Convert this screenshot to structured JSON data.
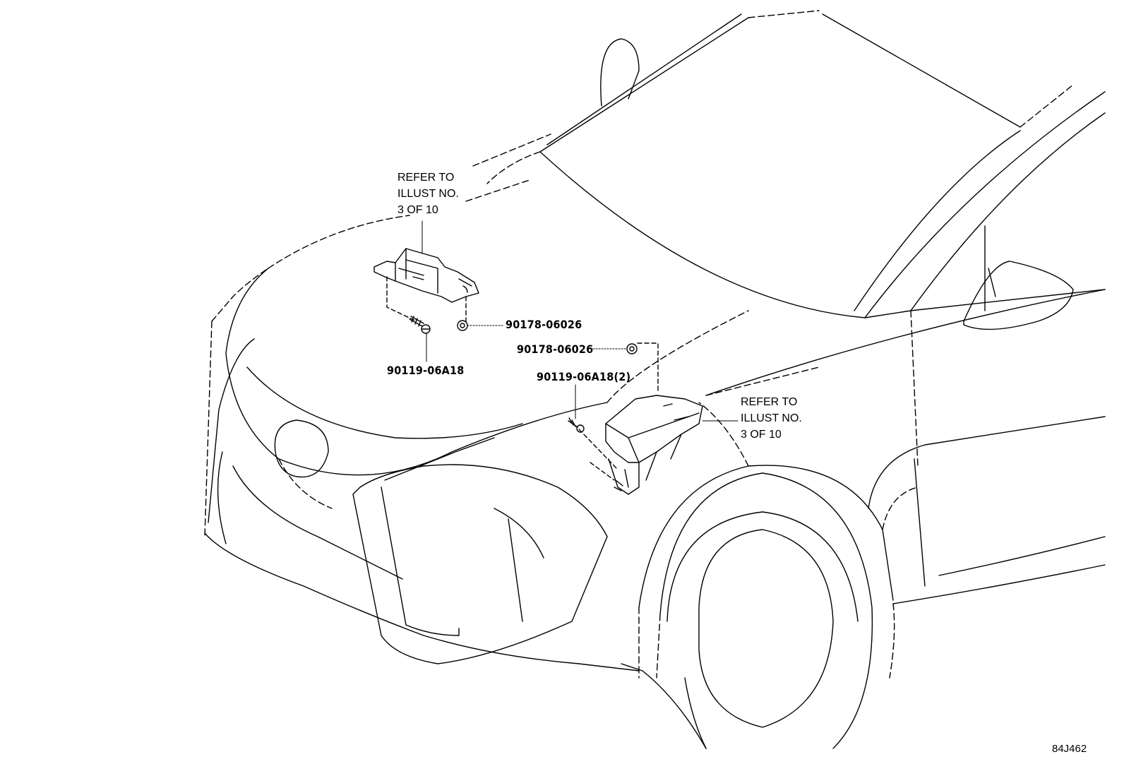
{
  "callouts": {
    "ref_upper": {
      "line1": "REFER TO",
      "line2": "ILLUST NO.",
      "line3": "3 OF 10"
    },
    "ref_lower": {
      "line1": "REFER TO",
      "line2": "ILLUST NO.",
      "line3": "3 OF 10"
    }
  },
  "parts": {
    "nut_upper": "90178-06026",
    "bolt_upper": "90119-06A18",
    "nut_lower": "90178-06026",
    "bolt_lower": "90119-06A18(2)"
  },
  "illustration_code": "84J462"
}
